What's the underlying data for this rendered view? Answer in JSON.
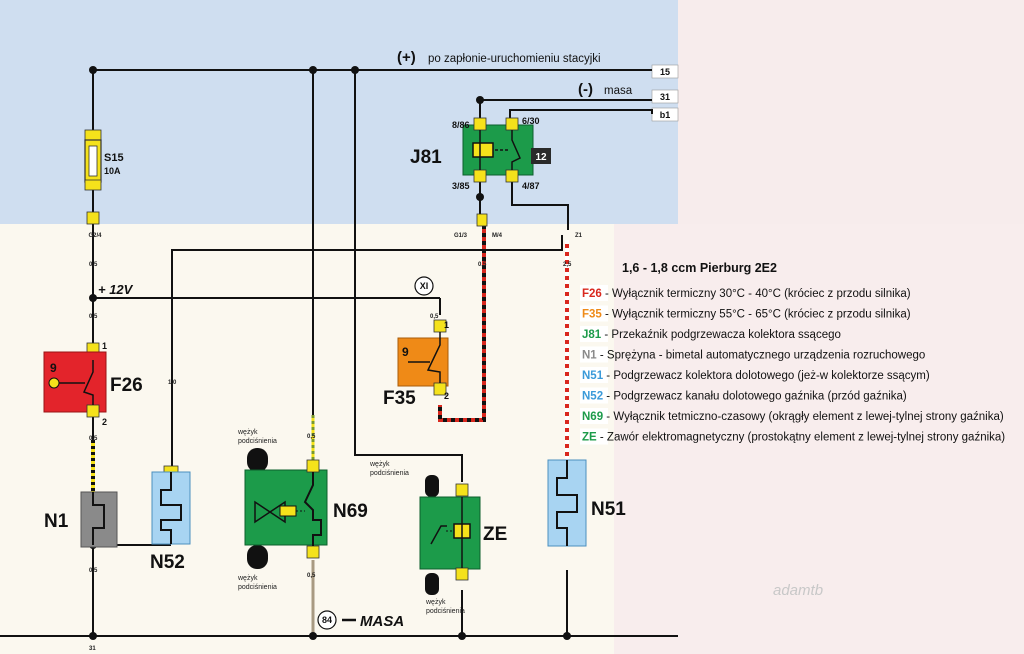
{
  "rails": {
    "ignition_plus": "(+)",
    "ignition_text": "po zapłonie-uruchomieniu stacyjki",
    "ground_minus": "(-)",
    "ground_text": "masa",
    "term_15": "15",
    "term_31": "31",
    "term_b1": "b1",
    "bottom_31": "31"
  },
  "fuse": {
    "name": "S15",
    "rating": "10A",
    "pin_out": "G2/4"
  },
  "wires": {
    "w1": "0,5",
    "w2": "0,5",
    "w3": "0,5",
    "w4": "0,5",
    "w_n52": "1,0",
    "w_n69a": "0,5",
    "w_n69b": "0,5",
    "w_f35": "0,5",
    "w_m4": "0,5",
    "w_n51": "2,5"
  },
  "plus12": "+ 12V",
  "relay": {
    "name": "J81",
    "pin_8_86": "8/86",
    "pin_6_30": "6/30",
    "pin_3_85": "3/85",
    "pin_4_87": "4/87",
    "socket": "12",
    "g13": "G1/3",
    "m4": "M/4",
    "z1": "Z1"
  },
  "connector_xi": "XI",
  "connector_84": "84",
  "masa_label": "MASA",
  "components": {
    "F26": "F26",
    "F35": "F35",
    "N1": "N1",
    "N52": "N52",
    "N69": "N69",
    "ZE": "ZE",
    "N51": "N51",
    "f26_num": "9",
    "f35_num": "9",
    "pin1": "1",
    "pin2": "2"
  },
  "vacuum": {
    "v1": "wężyk",
    "v1b": "podciśnienia",
    "v2": "wężyk",
    "v2b": "podciśnienia",
    "v3": "wężyk",
    "v3b": "podciśnienia",
    "v4": "wężyk",
    "v4b": "podciśnienia"
  },
  "legend": {
    "title": "1,6 - 1,8 ccm Pierburg 2E2",
    "items": [
      {
        "code": "F26",
        "text": " - Wyłącznik termiczny 30°C - 40°C (króciec z przodu silnika)",
        "color": "#d9281e"
      },
      {
        "code": "F35",
        "text": " - Wyłącznik termiczny 55°C - 65°C (króciec z przodu silnika)",
        "color": "#ef8a17"
      },
      {
        "code": "J81",
        "text": " - Przekaźnik podgrzewacza kolektora ssącego",
        "color": "#1c9b4a"
      },
      {
        "code": "N1",
        "text": " - Sprężyna - bimetal automatycznego urządzenia rozruchowego",
        "color": "#8a8a8a"
      },
      {
        "code": "N51",
        "text": " - Podgrzewacz kolektora dolotowego (jeż-w kolektorze ssącym)",
        "color": "#3a9ad9"
      },
      {
        "code": "N52",
        "text": " - Podgrzewacz kanału dolotowego gaźnika (przód gaźnika)",
        "color": "#3a9ad9"
      },
      {
        "code": "N69",
        "text": " - Wyłącznik tetmiczno-czasowy (okrągły element z lewej-tylnej strony gaźnika)",
        "color": "#1c9b4a"
      },
      {
        "code": "ZE",
        "text": " - Zawór elektromagnetyczny (prostokątny element z lewej-tylnej strony gaźnika)",
        "color": "#1c9b4a"
      }
    ]
  },
  "watermark": "adamtb",
  "colors": {
    "blue_zone": "#cfdef0",
    "cream_zone": "#fbf8ef",
    "green": "#1c9b4a",
    "red": "#e3242b",
    "orange": "#ef8a17",
    "gray": "#8a8a8a",
    "lightblue": "#a8d4f2",
    "yellow": "#f5e21b"
  }
}
